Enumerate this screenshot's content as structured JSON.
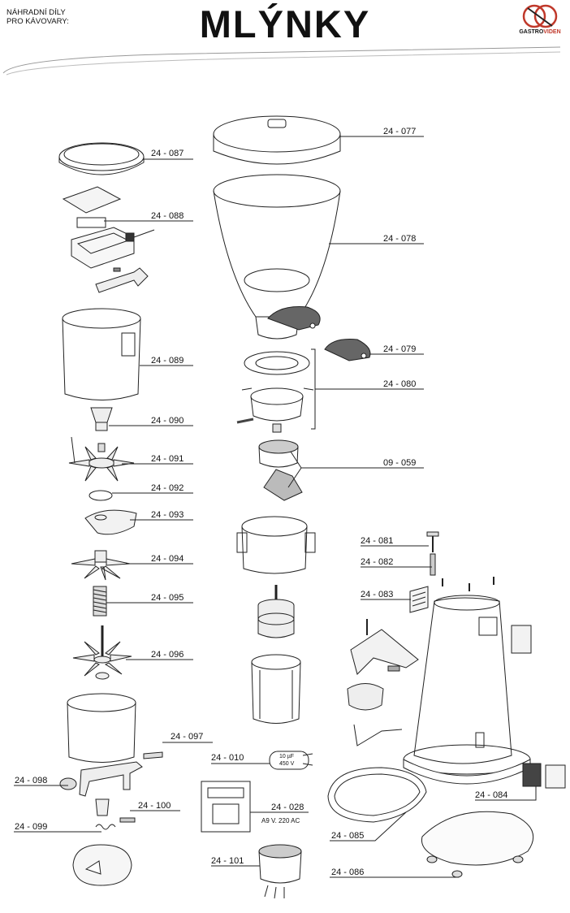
{
  "header": {
    "left_line1": "NÁHRADNÍ DÍLY",
    "left_line2": "PRO KÁVOVARY:",
    "title": "MLÝNKY",
    "logo_text_a": "GASTRO",
    "logo_text_b": "VIDEN"
  },
  "parts": {
    "p24_077": "24 - 077",
    "p24_078": "24 - 078",
    "p24_079": "24 - 079",
    "p24_080": "24 - 080",
    "p09_059": "09 - 059",
    "p24_081": "24 - 081",
    "p24_082": "24 - 082",
    "p24_083": "24 - 083",
    "p24_084": "24 - 084",
    "p24_085": "24 - 085",
    "p24_086": "24 - 086",
    "p24_087": "24 - 087",
    "p24_088": "24 - 088",
    "p24_089": "24 - 089",
    "p24_090": "24 - 090",
    "p24_091": "24 - 091",
    "p24_092": "24 - 092",
    "p24_093": "24 - 093",
    "p24_094": "24 - 094",
    "p24_095": "24 - 095",
    "p24_096": "24 - 096",
    "p24_097": "24 - 097",
    "p24_098": "24 - 098",
    "p24_099": "24 - 099",
    "p24_100": "24 - 100",
    "p24_010": "24 - 010",
    "p24_028": "24 - 028",
    "p24_101": "24 - 101"
  },
  "capacitor": {
    "line1": "10  µF",
    "line2": "450  V"
  },
  "contactor": {
    "rating": "A9  V. 220  AC"
  },
  "colors": {
    "line": "#222222",
    "shade": "#cfcfcf",
    "dark": "#555555",
    "logo_red": "#c0392b"
  }
}
